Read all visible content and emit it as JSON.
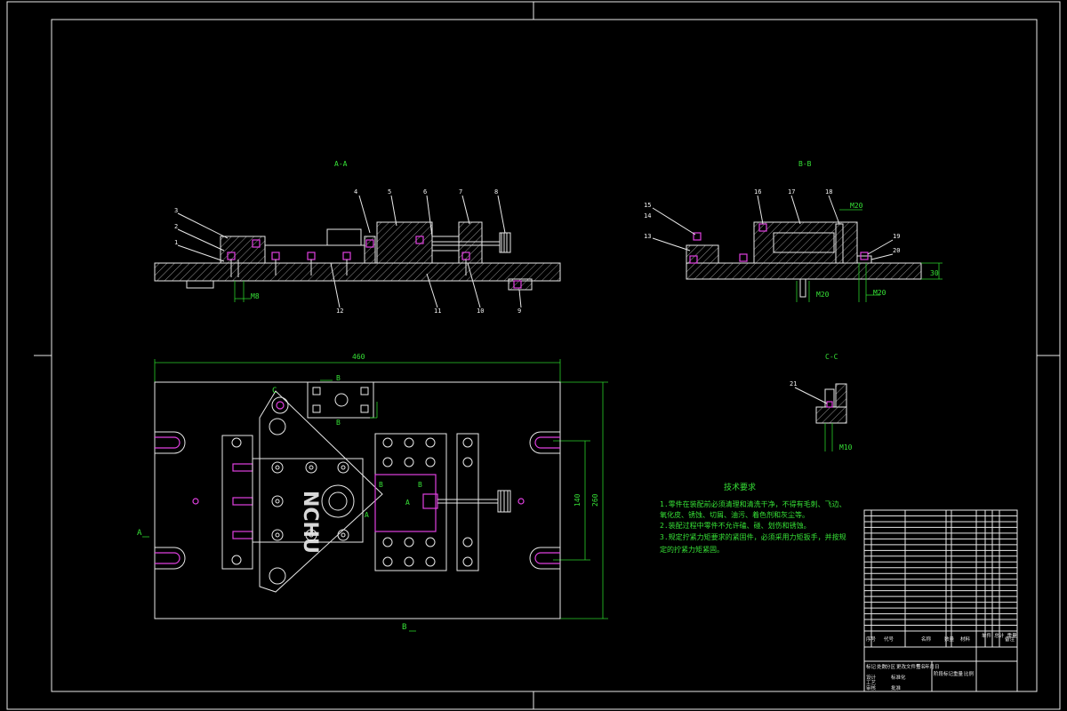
{
  "drawing": {
    "view_labels": {
      "aa": "A-A",
      "bb": "B-B",
      "cc": "C-C"
    },
    "callouts_aa": [
      "1",
      "2",
      "3",
      "4",
      "5",
      "6",
      "7",
      "8",
      "9",
      "10",
      "11",
      "12"
    ],
    "callouts_bb": [
      "13",
      "14",
      "15",
      "16",
      "17",
      "18",
      "19",
      "20"
    ],
    "callout_cc": "21",
    "dims": {
      "overall_width": "460",
      "height_outer": "260",
      "height_inner": "140",
      "bb_height": "30",
      "bb_thread": "M20",
      "aa_thread": "M8",
      "cc_thread": "M10"
    },
    "section_marks": {
      "a": "A",
      "b": "B",
      "c": "C"
    },
    "engraving": "NCHU",
    "tech_requirements": {
      "title": "技术要求",
      "lines": [
        "1.零件在装配前必须清理和清洗干净，不得有毛刺、飞边、",
        "氧化皮、锈蚀、切屑、油污、着色剂和灰尘等。",
        "2.装配过程中零件不允许磕、碰、划伤和锈蚀。",
        "3.规定拧紧力矩要求的紧固件，必须采用力矩扳手，并按规",
        "定的拧紧力矩紧固。"
      ]
    },
    "title_block": {
      "header": [
        "序号",
        "代号",
        "名称",
        "数量",
        "材料",
        "单件 总计 重量",
        "备注"
      ],
      "row_count": 21,
      "footer_labels": [
        "标记",
        "处数",
        "分区",
        "更改文件号",
        "签名",
        "年月日",
        "设计",
        "标准化",
        "审核",
        "工艺",
        "批准",
        "阶段标记",
        "重量",
        "比例"
      ]
    }
  },
  "colors": {
    "line": "#e8e8e8",
    "dimension": "#2ad02a",
    "highlight": "#e040e0",
    "background": "#000000"
  }
}
